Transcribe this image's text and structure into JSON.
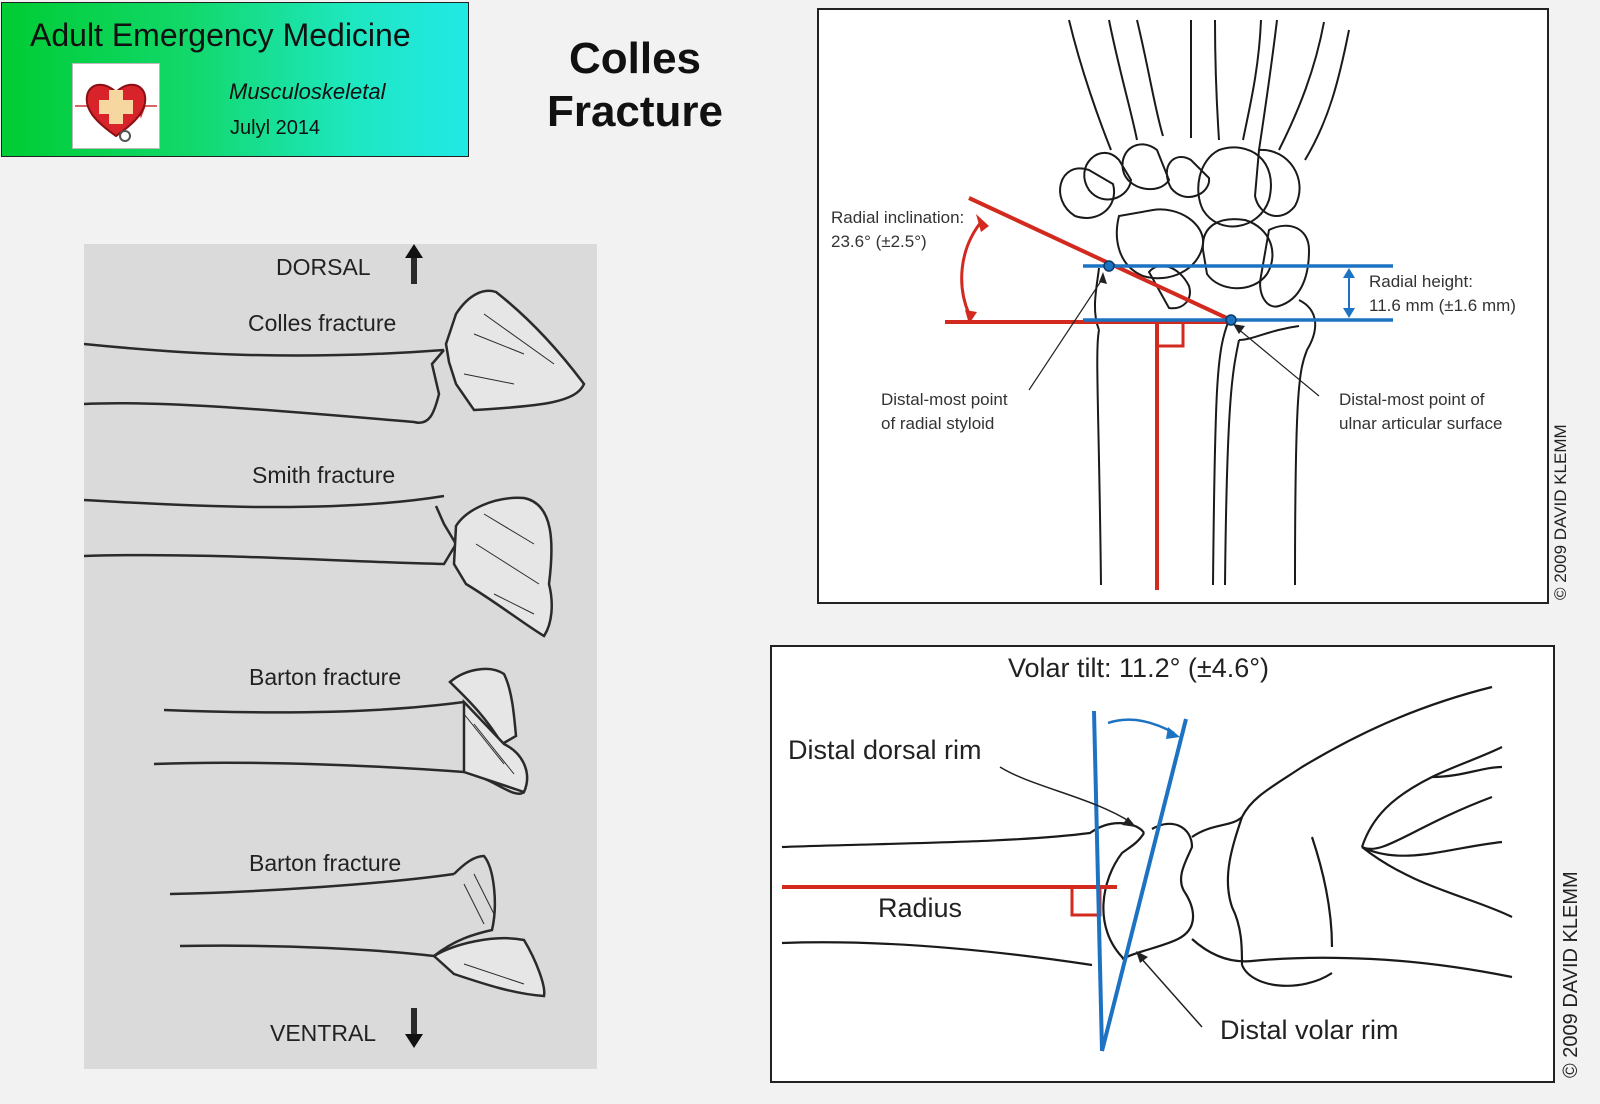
{
  "header": {
    "title": "Adult Emergency Medicine",
    "subtitle": "Musculoskeletal",
    "date": "Julyl  2014",
    "logo_icon": "heart-medical-cross-icon"
  },
  "main_title": {
    "line1": "Colles",
    "line2": "Fracture"
  },
  "bones_panel": {
    "dorsal": "DORSAL",
    "ventral": "VENTRAL",
    "fractures": [
      "Colles fracture",
      "Smith fracture",
      "Barton fracture",
      "Barton fracture"
    ]
  },
  "wrist_panel": {
    "radial_inclination_label": "Radial inclination:",
    "radial_inclination_value": "23.6° (±2.5°)",
    "radial_height_label": "Radial height:",
    "radial_height_value": "11.6 mm (±1.6 mm)",
    "styloid_line1": "Distal-most point",
    "styloid_line2": "of radial styloid",
    "ulnar_line1": "Distal-most point of",
    "ulnar_line2": "ulnar articular surface",
    "copyright": "© 2009 DAVID KLEMM"
  },
  "lateral_panel": {
    "volar_tilt": "Volar tilt: 11.2° (±4.6°)",
    "dorsal_rim": "Distal dorsal rim",
    "radius": "Radius",
    "volar_rim": "Distal volar rim",
    "copyright": "© 2009 DAVID KLEMM"
  },
  "colors": {
    "red_line": "#d22a1f",
    "blue_line": "#1d73c2",
    "header_gradient_start": "#00cc33",
    "header_gradient_end": "#22e8e6"
  }
}
